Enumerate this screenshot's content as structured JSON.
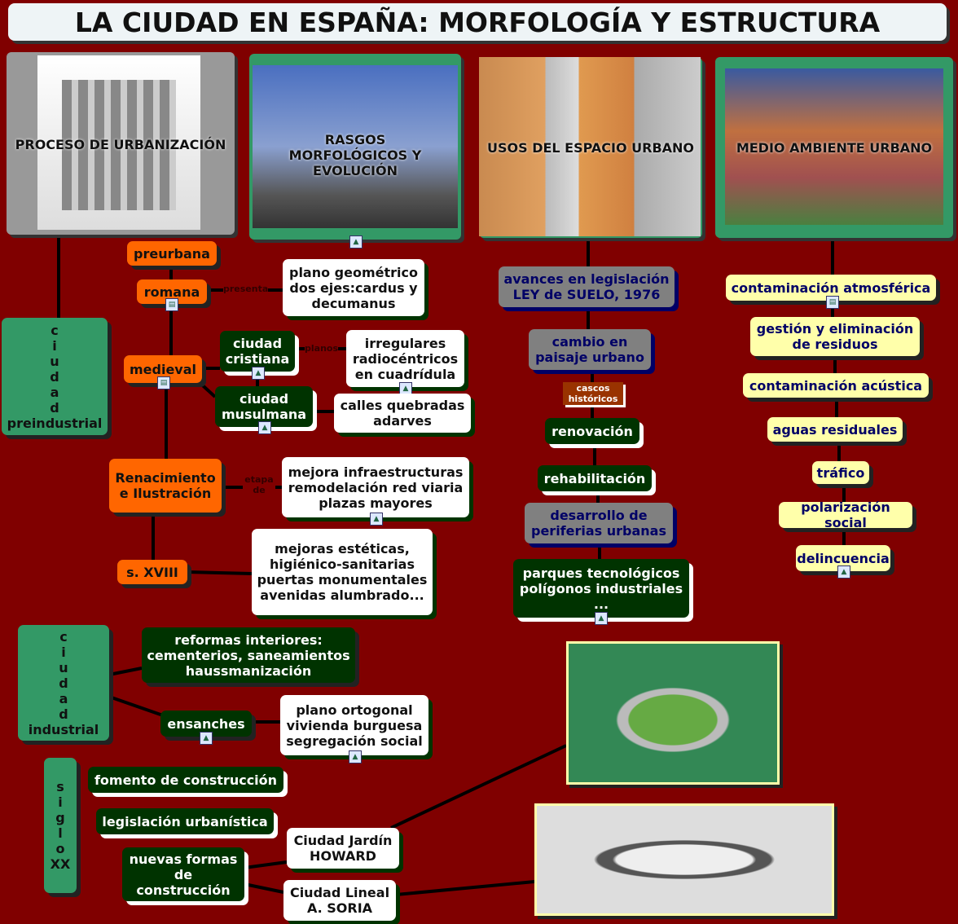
{
  "title": "LA CIUDAD EN ESPAÑA: MORFOLOGÍA Y ESTRUCTURA",
  "panels": [
    "PROCESO DE URBANIZACIÓN",
    "RASGOS MORFOLÓGICOS Y EVOLUCIÓN",
    "USOS DEL ESPACIO URBANO",
    "MEDIO AMBIENTE URBANO"
  ],
  "preindustrial": {
    "label": "c i u d a d preindustrial",
    "preurbana": "preurbana",
    "romana": "romana",
    "presenta": "presenta",
    "plano_geom": "plano geométrico dos ejes:cardus y decumanus",
    "medieval": "medieval",
    "cristiana": "ciudad cristiana",
    "planos": "planos",
    "irregulares": "irregulares radiocéntricos en cuadrídula",
    "musulmana": "ciudad musulmana",
    "calles": "calles quebradas adarves",
    "renacimiento": "Renacimiento e Ilustración",
    "etapa_de": "etapa de",
    "mejora": "mejora infraestructuras remodelación red viaria plazas mayores",
    "sxviii": "s. XVIII",
    "mejoras": "mejoras estéticas, higiénico-sanitarias puertas monumentales avenidas alumbrado..."
  },
  "usos": {
    "avances": "avances en legislación LEY de SUELO, 1976",
    "cambio": "cambio en paisaje urbano",
    "cascos": "cascos históricos",
    "renovacion": "renovación",
    "rehabilitacion": "rehabilitación",
    "desarrollo": "desarrollo de periferias urbanas",
    "parques": "parques tecnológicos polígonos industriales ..."
  },
  "medio": [
    "contaminación atmosférica",
    "gestión y eliminación de residuos",
    "contaminación acústica",
    "aguas residuales",
    "tráfico",
    "polarización social",
    "delincuencia"
  ],
  "industrial": {
    "label": "c i u d a d industrial",
    "reformas": "reformas interiores: cementerios, saneamientos haussmanización",
    "ensanches": "ensanches",
    "plano_ort": "plano ortogonal vivienda burguesa segregación social"
  },
  "siglo": {
    "label": "s i g l o XX",
    "fomento": "fomento de construcción",
    "legislacion": "legislación urbanística",
    "nuevas": "nuevas formas de construcción",
    "jardin": "Ciudad Jardín HOWARD",
    "lineal": "Ciudad Lineal A. SORIA"
  }
}
